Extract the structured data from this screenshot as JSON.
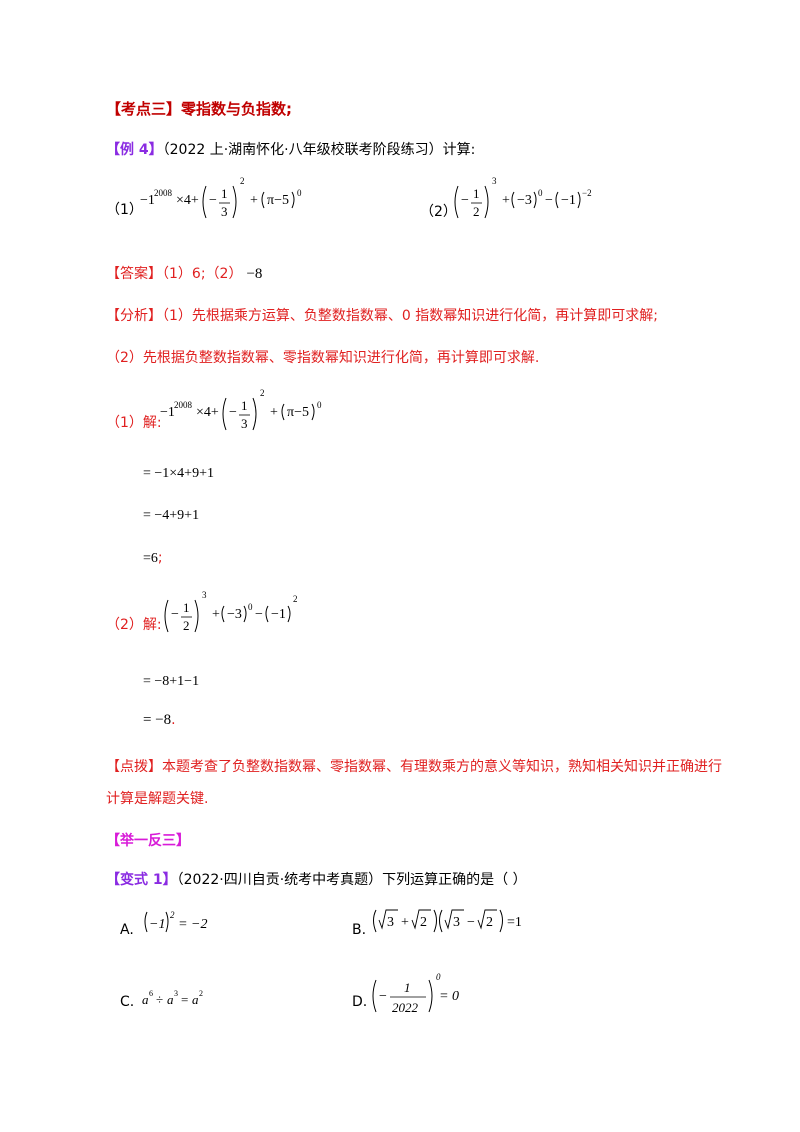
{
  "section": {
    "bracket_label": "【考点三】",
    "title": "零指数与负指数;"
  },
  "example4": {
    "label": "【例 4】",
    "source": "（2022 上·湖南怀化·八年级校联考阶段练习）计算:",
    "part1_label": "（1）",
    "part2_label": "（2）"
  },
  "answer": {
    "label": "【答案】",
    "text": "（1）6;（2）",
    "value": "−8"
  },
  "analysis": {
    "label": "【分析】",
    "line1": "（1）先根据乘方运算、负整数指数幂、0 指数幂知识进行化简，再计算即可求解;",
    "line2": "（2）先根据负整数指数幂、零指数幂知识进行化简，再计算即可求解."
  },
  "solution1": {
    "label": "（1）解:",
    "step1": "= −1×4+9+1",
    "step2": "= −4+9+1",
    "step3": "=6",
    "step3_end": ";"
  },
  "solution2": {
    "label": "（2）解:",
    "step1": "= −8+1−1",
    "step2": "= −8",
    "step2_end": "."
  },
  "tip": {
    "label": "【点拨】",
    "line1": "本题考查了负整数指数幂、零指数幂、有理数乘方的意义等知识，熟知相关知识并正确进行",
    "line2": "计算是解题关键."
  },
  "practice": {
    "label": "【举一反三】"
  },
  "variant1": {
    "label": "【变式 1】",
    "question": "（2022·四川自贡·统考中考真题）下列运算正确的是（    ）",
    "options": [
      {
        "letter": "A."
      },
      {
        "letter": "B."
      },
      {
        "letter": "C."
      },
      {
        "letter": "D."
      }
    ]
  },
  "colors": {
    "red": "#e02020",
    "purple": "#8a2be2",
    "magenta": "#d81bd8",
    "dark_red": "#c00000"
  }
}
